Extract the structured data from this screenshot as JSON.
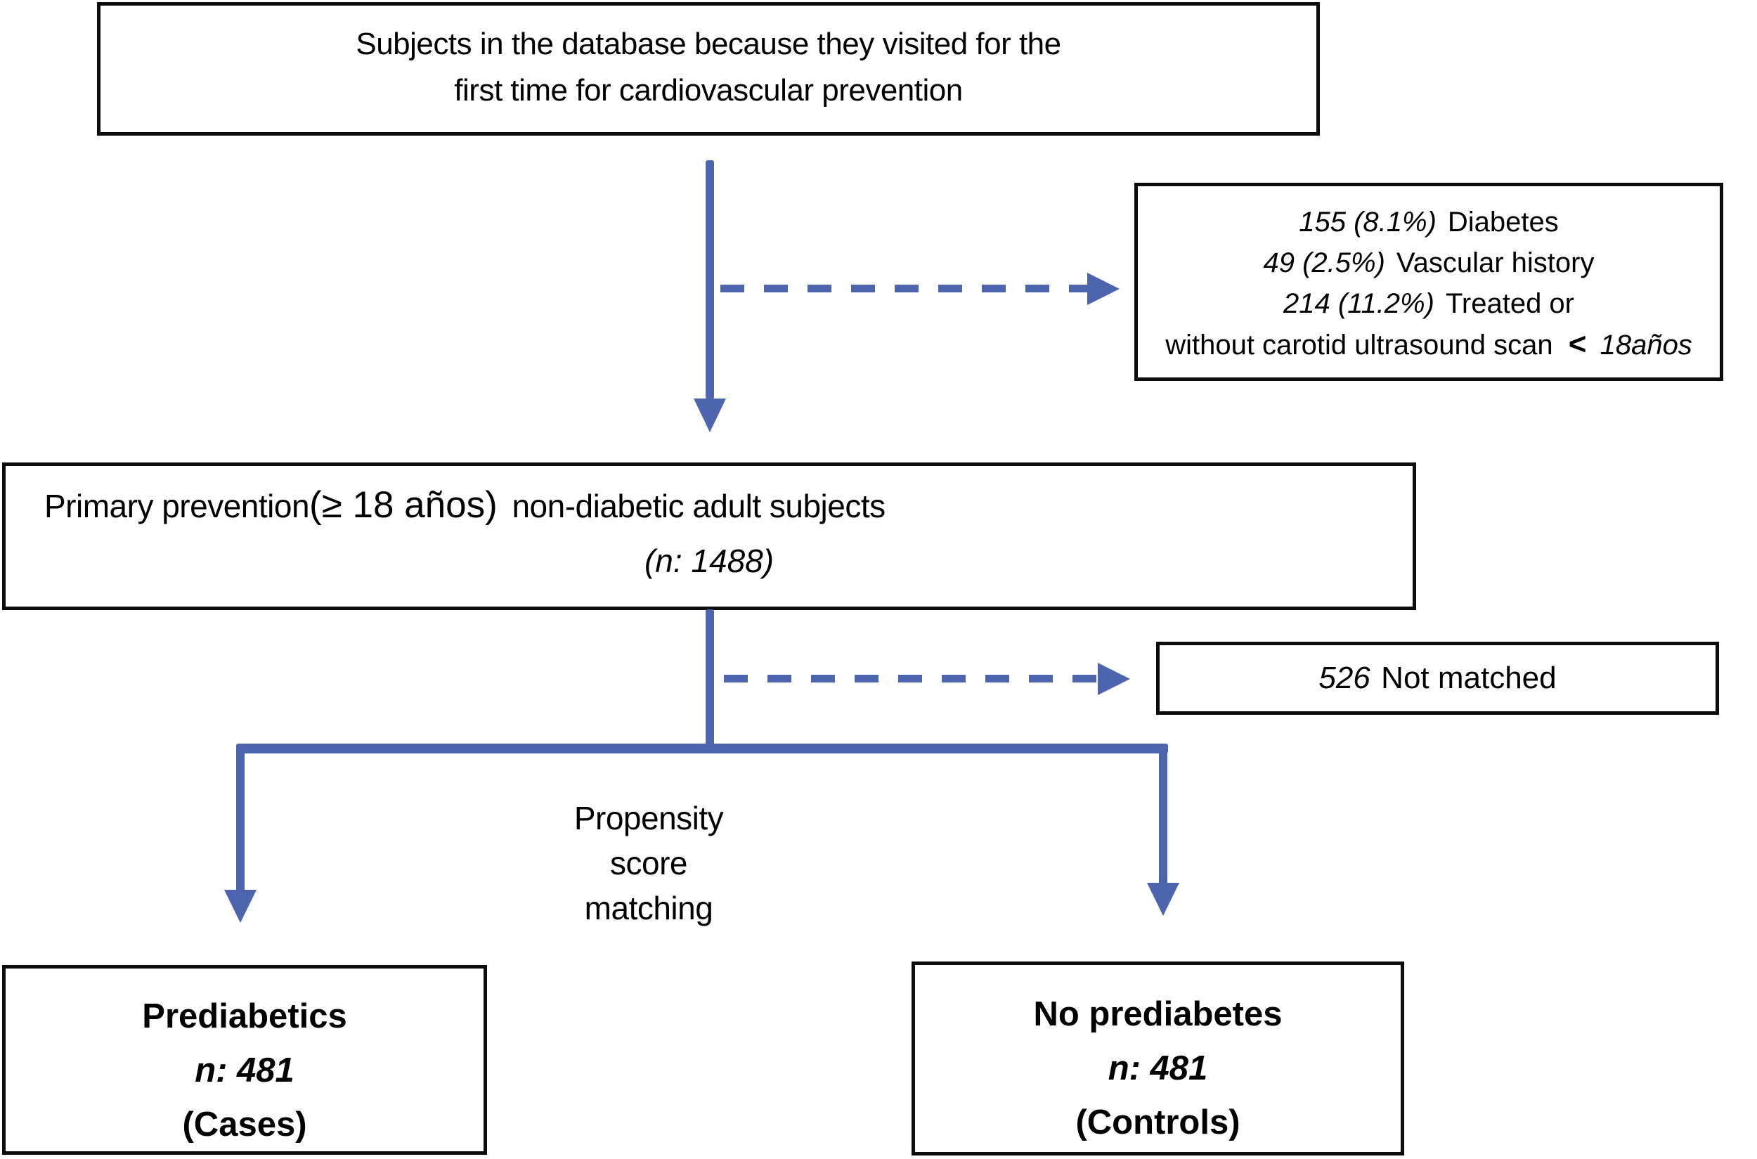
{
  "palette": {
    "arrow_blue": "#4d65ae",
    "border_black": "#0c0c0c",
    "background": "#ffffff",
    "text": "#000000"
  },
  "boxes": {
    "source": {
      "line1": "Subjects in the database because they visited for the",
      "line2": "first time for cardiovascular prevention"
    },
    "exclusions": {
      "items": [
        {
          "count": "155 (8.1%)",
          "label": "Diabetes"
        },
        {
          "count": "49 (2.5%)",
          "label": "Vascular history"
        },
        {
          "count": "214 (11.2%)",
          "label": "Treated or"
        }
      ],
      "line4_prefix": "without carotid ultrasound scan",
      "line4_lt": "<",
      "line4_age": "18años"
    },
    "primary": {
      "part1": "Primary prevention",
      "part2": "(≥ 18 años)",
      "part3": "non-diabetic adult subjects",
      "n_line": "(n: 1488)"
    },
    "not_matched": {
      "count": "526",
      "label": "Not matched"
    },
    "cases": {
      "title": "Prediabetics",
      "n": "n: 481",
      "subtitle": "(Cases)"
    },
    "controls": {
      "title": "No prediabetes",
      "n": "n: 481",
      "subtitle": "(Controls)"
    }
  },
  "labels": {
    "propensity": [
      "Propensity",
      "score",
      "matching"
    ]
  }
}
